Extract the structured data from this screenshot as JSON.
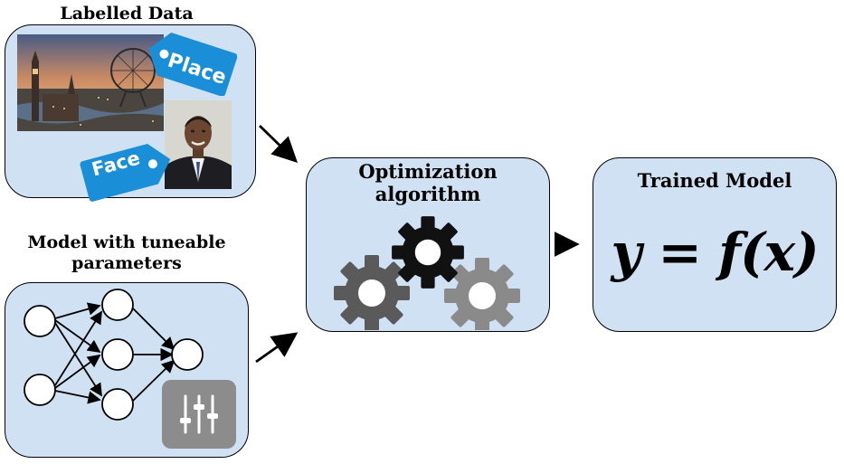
{
  "panels": {
    "labelled_data": {
      "title": "Labelled Data",
      "tag_place": "Place",
      "tag_face": "Face"
    },
    "model": {
      "title_line1": "Model with tuneable",
      "title_line2": "parameters"
    },
    "optimizer": {
      "title_line1": "Optimization",
      "title_line2": "algorithm"
    },
    "trained_model": {
      "title": "Trained Model",
      "equation": "y = f(x)"
    }
  },
  "colors": {
    "panel_fill": "#cfe1f3",
    "tag_fill": "#1a8fd8",
    "gear_dark": "#111111",
    "gear_mid": "#5a5a5a",
    "gear_light": "#8a8a8a",
    "slider_bg": "#8c8c8c"
  },
  "icons": [
    "gear-icon",
    "sliders-icon",
    "neural-network-icon",
    "arrow-icon",
    "tag-icon"
  ]
}
